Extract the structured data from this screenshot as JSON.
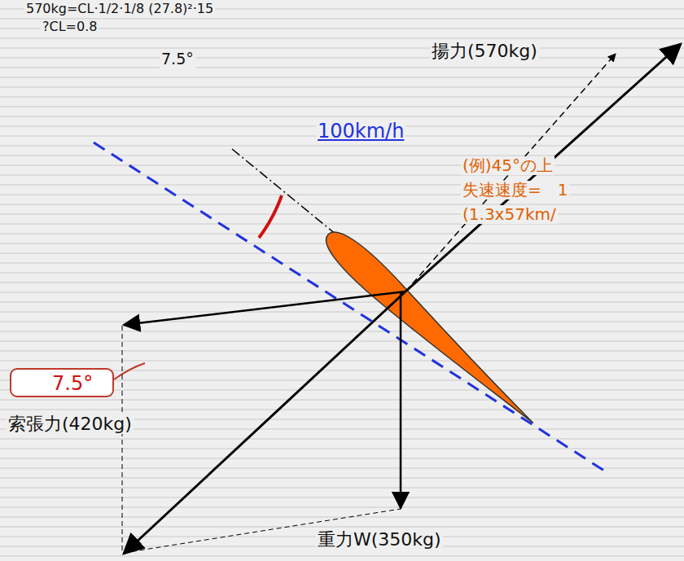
{
  "diagram": {
    "nodes": [
      {
        "text": [
          "7.5°"
        ]
      }
    ],
    "labels": [
      "570kg=CL·1/2·1/8 (27.8)²·15",
      "?CL=0.8",
      "7.5°",
      "揚力(570kg)",
      "100km/h",
      "(例)45°の上",
      "失速速度=　1",
      "(1.3x57km/",
      "索張力(420kg)",
      "重力W(350kg)"
    ]
  }
}
